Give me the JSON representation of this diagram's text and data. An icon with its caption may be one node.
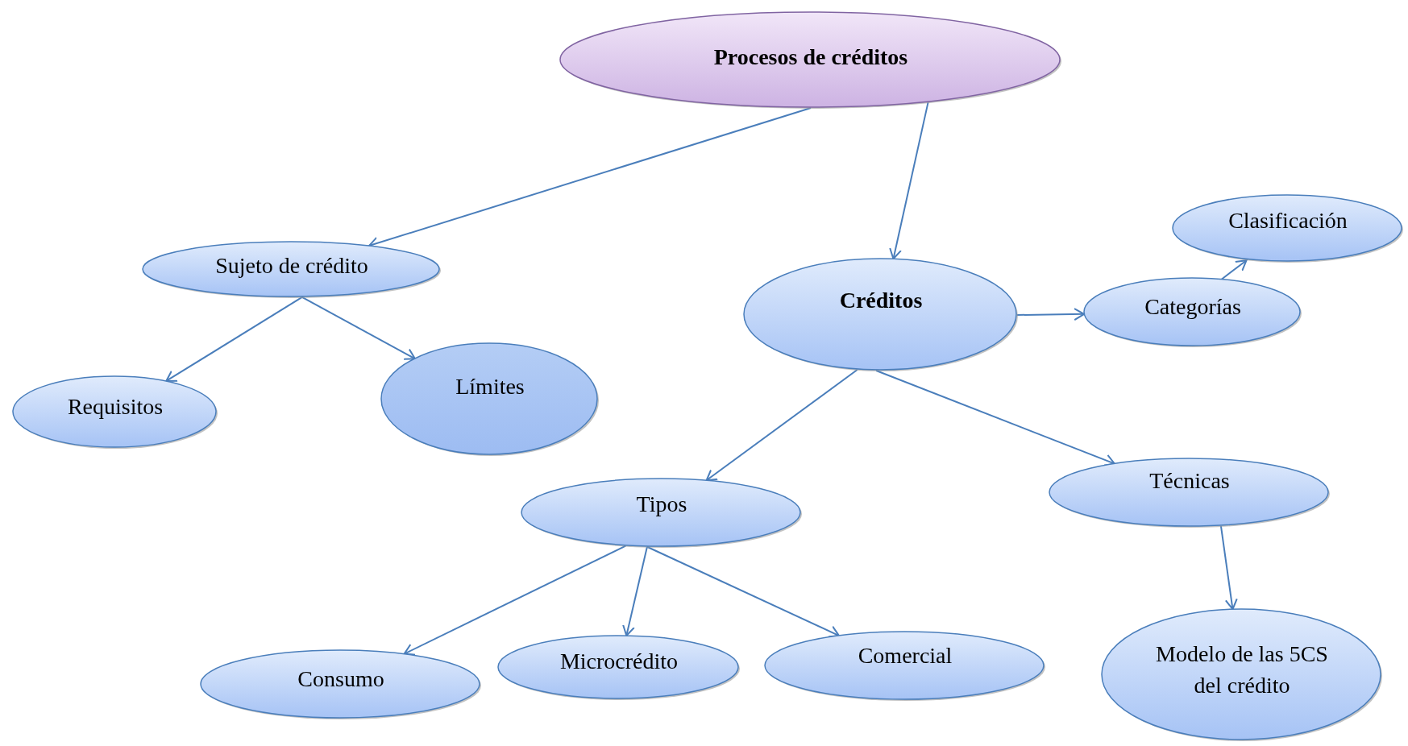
{
  "diagram": {
    "nodes": [
      {
        "text": [
          "Procesos  de créditos"
        ]
      },
      {
        "text": [
          "Sujeto de crédito"
        ]
      },
      {
        "text": [
          "Requisitos"
        ]
      },
      {
        "text": [
          "Límites"
        ]
      },
      {
        "text": [
          "Créditos"
        ]
      },
      {
        "text": [
          "Categorías"
        ]
      },
      {
        "text": [
          "Clasificación"
        ]
      },
      {
        "text": [
          "Tipos"
        ]
      },
      {
        "text": [
          "Técnicas"
        ]
      },
      {
        "text": [
          "Consumo"
        ]
      },
      {
        "text": [
          "Microcrédito"
        ]
      },
      {
        "text": [
          "Comercial"
        ]
      },
      {
        "text": [
          "Modelo de las 5CS del crédito"
        ]
      }
    ],
    "edges": [
      {
        "from": 0,
        "to": 1,
        "arrow": "to"
      },
      {
        "from": 0,
        "to": 4,
        "arrow": "to"
      },
      {
        "from": 1,
        "to": 2,
        "arrow": "to"
      },
      {
        "from": 1,
        "to": 3,
        "arrow": "to"
      },
      {
        "from": 4,
        "to": 5,
        "arrow": "to"
      },
      {
        "from": 5,
        "to": 6,
        "arrow": "to"
      },
      {
        "from": 4,
        "to": 7,
        "arrow": "to"
      },
      {
        "from": 4,
        "to": 8,
        "arrow": "to"
      },
      {
        "from": 7,
        "to": 9,
        "arrow": "to"
      },
      {
        "from": 7,
        "to": 10,
        "arrow": "to"
      },
      {
        "from": 7,
        "to": 11,
        "arrow": "to"
      },
      {
        "from": 8,
        "to": 12,
        "arrow": "to"
      }
    ]
  }
}
